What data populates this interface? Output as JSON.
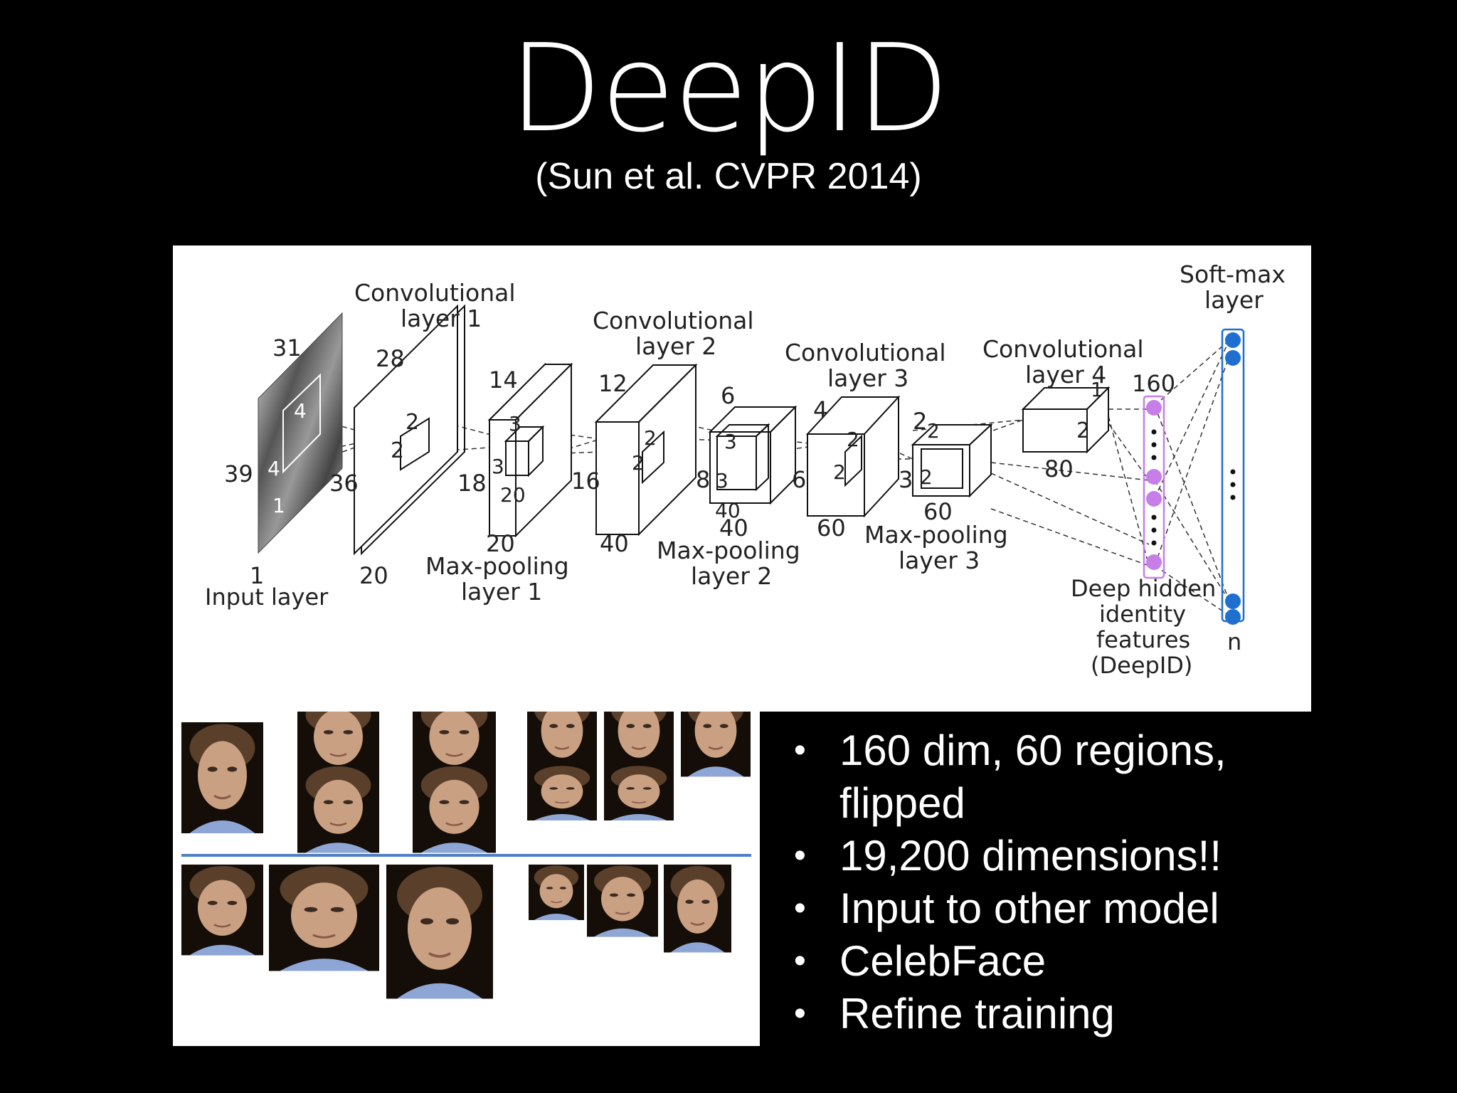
{
  "slide": {
    "title": "DeepID",
    "subtitle": "(Sun et al. CVPR 2014)"
  },
  "diagram": {
    "input": {
      "label": "Input layer",
      "dims": [
        "31",
        "39",
        "1"
      ],
      "filter": [
        "4",
        "4",
        "1"
      ]
    },
    "conv1": {
      "label_line1": "Convolutional",
      "label_line2": "layer 1",
      "dims": [
        "28",
        "36",
        "20"
      ],
      "filter": [
        "2",
        "2"
      ]
    },
    "pool1": {
      "label_line1": "Max-pooling",
      "label_line2": "layer 1",
      "dims": [
        "14",
        "18",
        "20"
      ],
      "filter": [
        "3",
        "3",
        "20"
      ]
    },
    "conv2": {
      "label_line1": "Convolutional",
      "label_line2": "layer 2",
      "dims": [
        "12",
        "16",
        "40"
      ],
      "filter": [
        "2",
        "2"
      ]
    },
    "pool2": {
      "label_line1": "Max-pooling",
      "label_line2": "layer 2",
      "dims": [
        "6",
        "8",
        "40"
      ],
      "filter": [
        "3",
        "3",
        "40"
      ]
    },
    "conv3": {
      "label_line1": "Convolutional",
      "label_line2": "layer 3",
      "dims": [
        "4",
        "6",
        "60"
      ],
      "filter": [
        "2",
        "2"
      ]
    },
    "pool3": {
      "label_line1": "Max-pooling",
      "label_line2": "layer 3",
      "dims": [
        "2",
        "3",
        "60"
      ],
      "filter": [
        "2",
        "2"
      ]
    },
    "conv4": {
      "label_line1": "Convolutional",
      "label_line2": "layer 4",
      "dims": [
        "1",
        "2",
        "80"
      ]
    },
    "deepid": {
      "dim": "160",
      "label_lines": [
        "Deep hidden",
        "identity",
        "features",
        "(DeepID)"
      ],
      "color": "#c77ee8"
    },
    "softmax": {
      "label_line1": "Soft-max",
      "label_line2": "layer",
      "n_label": "n",
      "color": "#1f6fd1"
    }
  },
  "bullets": [
    "160 dim, 60 regions, flipped",
    "19,200 dimensions!!",
    "Input to other model",
    "CelebFace",
    "Refine training"
  ],
  "colors": {
    "background": "#000000",
    "divider": "#4f7fc4",
    "face_skin": "#caa083",
    "face_hair": "#5a3f2a",
    "face_shirt": "#8ea6d6"
  }
}
